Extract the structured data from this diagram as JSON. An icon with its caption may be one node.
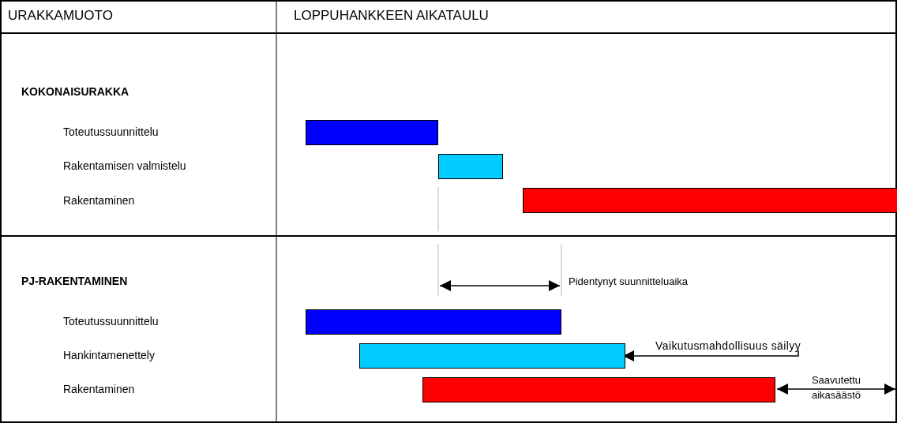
{
  "diagram": {
    "nodes": [
      {
        "text": [],
        "shape": "bar"
      },
      {
        "text": [],
        "shape": "bar"
      },
      {
        "text": [],
        "shape": "bar"
      },
      {
        "text": [],
        "shape": "bar"
      },
      {
        "text": [],
        "shape": "bar"
      },
      {
        "text": [],
        "shape": "bar"
      },
      {
        "text": [
          "Vaikutusmahdollisuus säilyy"
        ]
      }
    ],
    "edges": [
      {
        "from": 6,
        "to": 4,
        "arrow": "to"
      }
    ],
    "labels": [
      "URAKKAMUOTO",
      "LOPPUHANKKEEN AIKATAULU",
      "KOKONAISURAKKA",
      "Toteutussuunnittelu",
      "Rakentamisen valmistelu",
      "Rakentaminen",
      "PJ-RAKENTAMINEN",
      "Pidentynyt suunnitteluaika",
      "Toteutussuunnittelu",
      "Hankintamenettely",
      "Rakentaminen",
      "Saavutettu aikasäästö"
    ]
  }
}
